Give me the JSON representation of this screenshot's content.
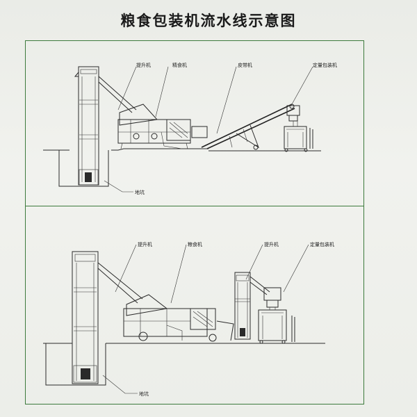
{
  "title": "粮食包装机流水线示意图",
  "upper": {
    "labels": {
      "elevator": "提升机",
      "grain_cleaner": "精食机",
      "belt_conveyor": "皮带机",
      "packing_machine": "定量包装机",
      "pit": "地坑"
    }
  },
  "lower": {
    "labels": {
      "elevator_left": "提升机",
      "grain_cleaner": "粮食机",
      "elevator_right": "提升机",
      "packing_machine": "定量包装机",
      "pit": "地坑"
    }
  },
  "colors": {
    "frame": "#3c7a3c",
    "ink": "#2a2a2a"
  }
}
